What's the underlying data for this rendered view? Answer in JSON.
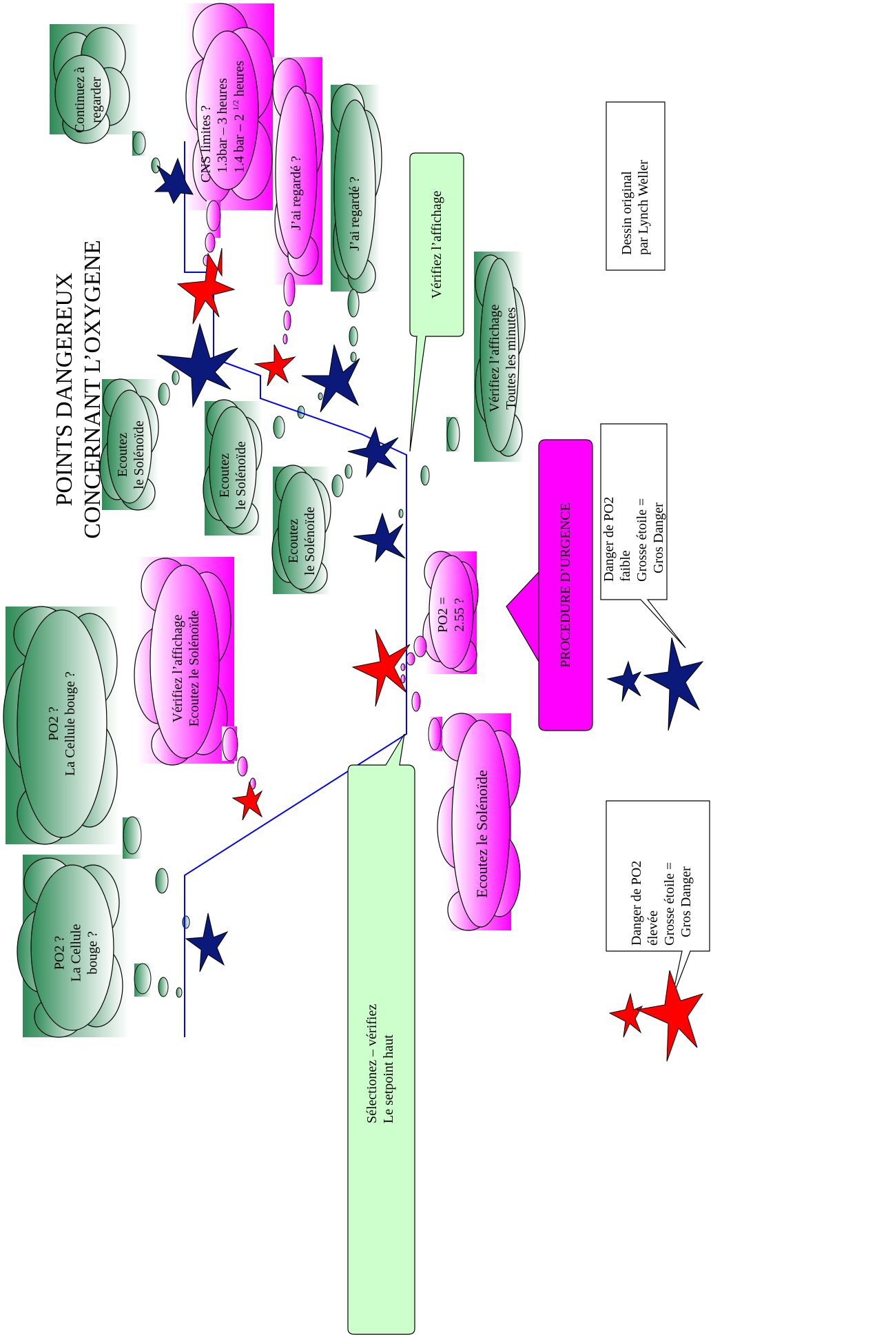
{
  "title": {
    "line1": "POINTS DANGEREUX",
    "line2": "CONCERNANT L’OXYGENE"
  },
  "clouds": {
    "continuez": {
      "l1": "Continuez à",
      "l2": "regarder"
    },
    "cns": {
      "l1": "CNS limites ?",
      "l2": "1.3bar – 3 heures",
      "l3_pre": "1.4 bar – 2 ",
      "l3_frac": "1/2",
      "l3_post": " heures"
    },
    "regarde1": {
      "l1": "J’ai regardé ?"
    },
    "regarde2": {
      "l1": "J’ai regardé ?"
    },
    "ecoutez1": {
      "l1": "Ecoutez",
      "l2": "le Solénoïde"
    },
    "ecoutez2": {
      "l1": "Ecoutez",
      "l2": "le Solénoïde"
    },
    "ecoutez3": {
      "l1": "Ecoutez",
      "l2": "le Solénoïde"
    },
    "verifiez_minutes": {
      "l1": "Vérifiez l’affichage",
      "l2": "Toutes les minutes"
    },
    "verifiez_ecoutez": {
      "l1": "Vérifiez l’affichage",
      "l2": "Ecoutez le Solénoïde"
    },
    "po2_255": {
      "l1": "PO2 =",
      "l2": "2.55 ?"
    },
    "po2_cellule_big": {
      "l1": "PO2 ?",
      "l2": "La Cellule bouge ?"
    },
    "po2_cellule_small": {
      "l1": "PO2 ?",
      "l2": "La Cellule",
      "l3": "bouge ?"
    },
    "ecoutez_solenoide": {
      "l1": "Ecoutez le Solénoïde"
    }
  },
  "callouts": {
    "verifiez_affichage": "Vérifiez l’affichage",
    "selectionez": {
      "l1": "Sélectionez – vérifiez",
      "l2": "Le setpoint haut"
    },
    "procedure": "PROCEDURE D’URGENCE"
  },
  "legend": {
    "credit": {
      "l1": "Dessin original",
      "l2": "par Lynch Weller"
    },
    "low": {
      "l1": "Danger de PO2",
      "l2": "faible",
      "l3": "Grosse étoile =",
      "l4": "Gros Danger"
    },
    "high": {
      "l1": "Danger de PO2",
      "l2": "élevée",
      "l3": "Grosse étoile =",
      "l4": "Gros Danger"
    }
  },
  "colors": {
    "pink": "#ff00ff",
    "green": "#2e8b57",
    "callout_green": "#ccffcc",
    "star_red": "#ff0000",
    "star_blue": "#0b1a7a",
    "profile_line": "#0000ff"
  },
  "icons": [
    "thought-cloud",
    "star",
    "callout-box"
  ]
}
